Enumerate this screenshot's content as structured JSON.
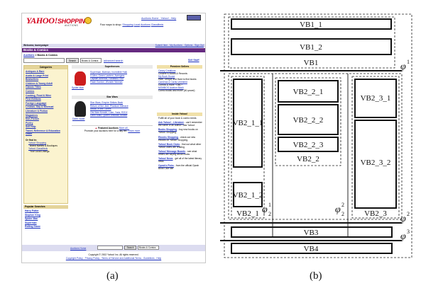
{
  "captions": {
    "a": "(a)",
    "b": "(b)"
  },
  "page_a": {
    "logo": "YAHOO!",
    "logo_shopping": "SHOPPING",
    "logo_sub": "AUCTIONS",
    "top_links": "Auctions Home - Yahoo! - Help",
    "ways_to_shop": "Four ways to shop:",
    "ways_items": [
      "Shopping",
      "Local",
      "Auctions",
      "Classifieds"
    ],
    "welcome": "Welcome, bunnywayer",
    "welcome_right": "Submit Item - My Auctions - Options - Sign Out",
    "section_title": "Books & Comics",
    "breadcrumb_a": "Auctions",
    "breadcrumb_b": " > Books & Comics",
    "search_button": "Search",
    "search_select": "Books & Comics",
    "advanced_search": "advanced search",
    "sell_stuff": "Sell Stuff",
    "categories_head": "Categories",
    "categories": [
      "Antiques & Rare",
      "Audio & Large Print",
      "Bestsellers",
      "Children & Young Adult",
      "Classic Titles",
      "Comics",
      "Cooking, Food & Wine",
      "First Editions",
      "Foreign Language",
      "Lesbian, Gay & Bisexual",
      "Literature & Fiction",
      "Magazines",
      "Non-Fiction",
      "Poetry",
      "Self Help",
      "Travel, Reference & Education",
      "Other"
    ],
    "or_find_in": "Or find in:",
    "find_in": [
      "Yahoo! Shopping",
      "Brand Names & Boutiques",
      "Yahoo! Classifieds",
      "Your Local Listings"
    ],
    "popular_head": "Popular Searches",
    "popular": [
      "Harry Potter",
      "Stephen King",
      "Spider Man",
      "Superman",
      "Rolling Stone"
    ],
    "superheroes_head": "Superheroes",
    "spiderman_caption": "Spider Man",
    "superheroes_links": [
      "Superman, Batman, Incredible Hulk",
      "X-Men, Green Lantern, Avengers",
      "Captain America, Fantastic Four",
      "Flash Gordon, Wonder Woman"
    ],
    "starwars_head": "Star Wars",
    "vader_caption": "Darth Vader",
    "starwars_links": [
      "Star Wars, Empire Strikes Back",
      "Return of the Jedi, Phantom Menace",
      "Attack of the Clones",
      "Obi-Wan Kenobi, Luke, Yoda, R2D2",
      "Darth Maul, Queen Amidala, Anakin"
    ],
    "featured_label": "Featured Auctions",
    "featured_more": "More all...",
    "featured_text": "Promote your auctions here for a day fee.",
    "featured_learn": "Learn more",
    "premiere_head": "Premiere Sellers",
    "premiere": [
      {
        "link": "Casey Creations",
        "text": "Children's Books & Records"
      },
      {
        "link": "My Book House",
        "text": "Rare, Unique and Hard to find books"
      },
      {
        "link": "Cameras & Cards Unlimited",
        "text": "Comics & more ~OBC~"
      },
      {
        "link": "MOMBOS Auction Block",
        "text": "Comic books and more! (50 years!)"
      }
    ],
    "inside_head": "Inside Yahoo!",
    "inside_intro": "Fulfill all of your book & comic needs",
    "inside": [
      {
        "link": "Ask Yahoo! - Literature",
        "text": "- can't remember the name of an author? Ask Yahoo!"
      },
      {
        "link": "Books Shopping",
        "text": "- buy new books on Yahoo! Shopping."
      },
      {
        "link": "Ebooks Shopping",
        "text": "- check out new ebooks on Yahoo! Shopping."
      },
      {
        "link": "Yahoo! Book Clubs",
        "text": "- find out what other Yahoo! users are reading"
      },
      {
        "link": "Yahoo! Message Boards",
        "text": "- see what others are saying about books"
      },
      {
        "link": "Yahoo! News",
        "text": "- get all of the latest literary news"
      },
      {
        "link": "Oprah's Picks",
        "text": "- from the official Oprah Book Club site"
      }
    ],
    "bottom_home": "Auctions Home",
    "bottom_search_button": "Search",
    "bottom_select": "Books & Comics",
    "copyright_1": "Copyright © 2002 Yahoo! Inc. All rights reserved.",
    "copyright_2": "Copyright Policy - Privacy Policy - Terms of Service and Additional Terms - Guidelines - Help"
  },
  "diagram_b": {
    "blocks": [
      "VB1_1",
      "VB1_2",
      "VB1",
      "VB2_1_1",
      "VB2_1_2",
      "VB2_1",
      "VB2_2_1",
      "VB2_2_2",
      "VB2_2_3",
      "VB2_2",
      "VB2_3_1",
      "VB2_3_2",
      "VB2_3",
      "VB3",
      "VB4"
    ],
    "separators": [
      {
        "symbol": "φ",
        "index": "1"
      },
      {
        "symbol": "φ",
        "index": "2"
      },
      {
        "symbol": "φ",
        "index": "3"
      }
    ],
    "vertical_separators": [
      {
        "symbol": "φ",
        "sup": "1",
        "sub": "2"
      },
      {
        "symbol": "φ",
        "sup": "2",
        "sub": "2"
      }
    ]
  }
}
